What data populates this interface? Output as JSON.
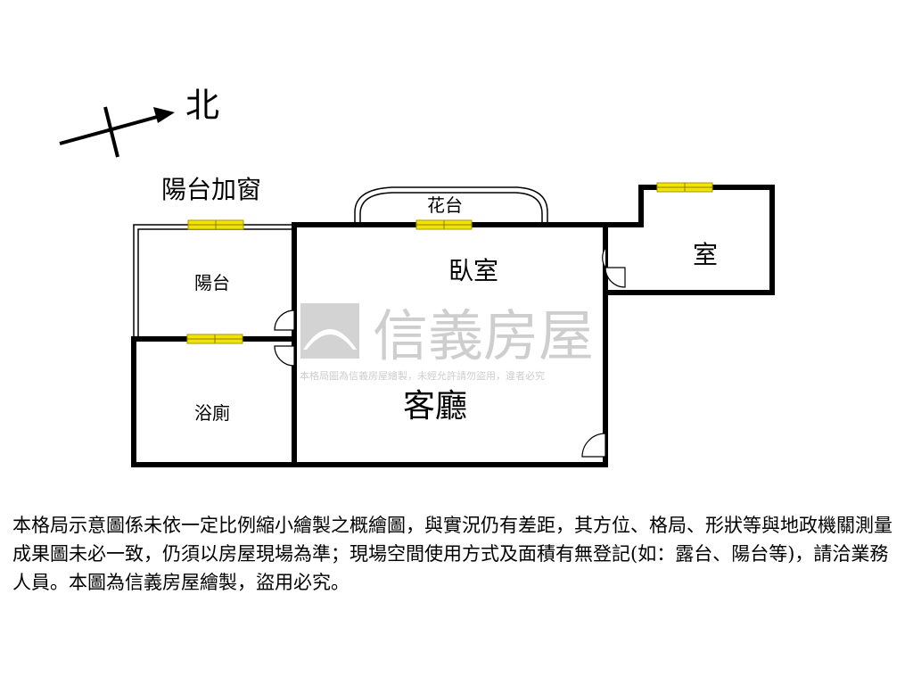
{
  "compass": {
    "label": "北"
  },
  "rooms": {
    "balcony_window": "陽台加窗",
    "flower_bed": "花台",
    "bedroom": "臥室",
    "room": "室",
    "balcony": "陽台",
    "bathroom": "浴廁",
    "living_room": "客廳"
  },
  "watermark": {
    "brand": "信義房屋",
    "notice": "本格局圖為信義房屋繪製，未經允許請勿盜用，違者必究"
  },
  "disclaimer": "本格局示意圖係未依一定比例縮小繪製之概繪圖，與實況仍有差距，其方位、格局、形狀等與地政機關測量成果圖未必一致，仍須以房屋現場為準；現場空間使用方式及面積有無登記(如：露台、陽台等)，請洽業務人員。本圖為信義房屋繪製，盜用必究。",
  "colors": {
    "window": "#f2e400",
    "wall": "#000000",
    "watermark": "#c9c9c9"
  }
}
